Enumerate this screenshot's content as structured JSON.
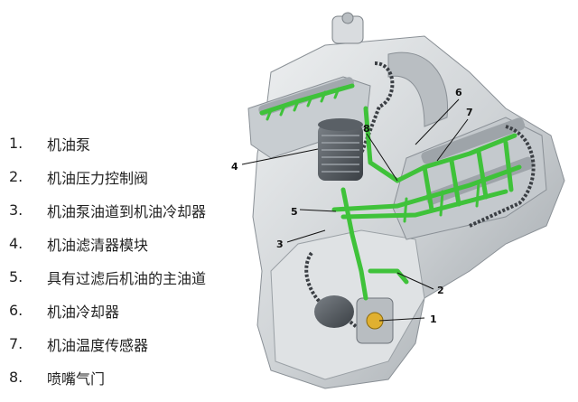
{
  "legend": [
    {
      "num": "1.",
      "label": "机油泵"
    },
    {
      "num": "2.",
      "label": "机油压力控制阀"
    },
    {
      "num": "3.",
      "label": "机油泵油道到机油冷却器"
    },
    {
      "num": "4.",
      "label": "机油滤清器模块"
    },
    {
      "num": "5.",
      "label": "具有过滤后机油的主油道"
    },
    {
      "num": "6.",
      "label": "机油冷却器"
    },
    {
      "num": "7.",
      "label": "机油温度传感器"
    },
    {
      "num": "8.",
      "label": "喷嘴气门"
    }
  ],
  "callouts": [
    "1",
    "2",
    "3",
    "4",
    "5",
    "6",
    "7",
    "8"
  ],
  "colors": {
    "oil": "#3fc23a",
    "engine": "#cfd3d6",
    "dark": "#4a4f55"
  }
}
